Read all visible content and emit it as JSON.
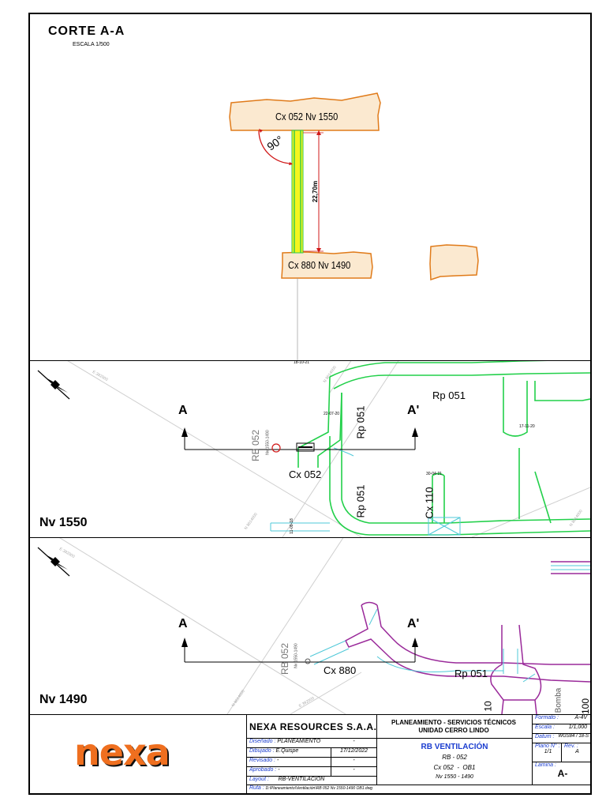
{
  "section": {
    "title": "CORTE A-A",
    "scale": "ESCALA 1/500",
    "top_gallery_label": "Cx 052 Nv 1550",
    "bottom_gallery_label": "Cx 880 Nv 1490",
    "angle_label": "90°",
    "height_label": "22,70m"
  },
  "plan_1550": {
    "level_label": "Nv 1550",
    "section_left": "A",
    "section_right": "A'",
    "raise_label": "RB 052",
    "raise_sub": "Nv 1550-1490",
    "cx052": "Cx 052",
    "rp051_top": "Rp 051",
    "rp051_mid": "Rp 051",
    "rp051_left": "Rp 051",
    "cx110": "Cx 110",
    "date_top": "18-10-21",
    "date_a": "22-07-20",
    "date_b": "17-11-20",
    "date_c": "30-04-21",
    "date_d": "11-09-18",
    "grid_1": "E 392000",
    "grid_2": "N 8614000",
    "grid_3": "N 8614000",
    "grid_4": "N 8614000"
  },
  "plan_1490": {
    "level_label": "Nv 1490",
    "section_left": "A",
    "section_right": "A'",
    "raise_label": "RB 052",
    "raise_sub": "Nv 1550-1490",
    "cx880": "Cx 880",
    "rp051": "Rp 051",
    "bomba_label": "Bomba",
    "cut_label": "10",
    "cut_label2": "100",
    "grid_1": "E 392000",
    "grid_2": "N 8614000",
    "grid_3": "E 392000"
  },
  "title_block": {
    "logo": "nexa",
    "company": "NEXA RESOURCES S.A.A.",
    "dept_line1": "PLANEAMIENTO - SERVICIOS TÉCNICOS",
    "dept_line2": "UNIDAD CERRO LINDO",
    "project_title": "RB VENTILACIÓN",
    "project_line1": "RB - 052",
    "project_line2": "Cx 052  -  OB1",
    "project_line3": "Nv 1550 - 1490",
    "rows": [
      {
        "label": "Diseñado :",
        "value": "PLANEAMIENTO",
        "date": "-"
      },
      {
        "label": "Dibujado :",
        "value": "E.Quispe",
        "date": "17/12/2022"
      },
      {
        "label": "Revisado :",
        "value": "-",
        "date": "-"
      },
      {
        "label": "Aprobado :",
        "value": "-",
        "date": "-"
      }
    ],
    "layout_label": "Layout :",
    "layout_value": "RB-VENTILACION",
    "ruta_label": "Ruta :",
    "ruta_value": "D:\\Planeamiento\\Ventilación\\RB 052 Nv 1550-1490 OB1.dwg",
    "formato_label": "Formato :",
    "formato_value": "A-4V",
    "escala_label": "Escala :",
    "escala_value": "1/1,000",
    "datum_label": "Datum :",
    "datum_value": "WGS84 / 18-S",
    "plano_label": "Plano N° :",
    "plano_value": "1/1",
    "rev_label": "Rev. :",
    "rev_value": "A",
    "lamina_label": "Lamina :",
    "lamina_value": "A-"
  },
  "colors": {
    "gallery_fill": "#fbe9d0",
    "gallery_stroke": "#e07b1a",
    "raise_yellow": "#f5f51e",
    "raise_green": "#2ec84a",
    "dim_red": "#d01818",
    "plan_green": "#22d04a",
    "plan_cyan": "#4fc8d8",
    "plan_magenta": "#9a2a9a",
    "nexa_orange": "#ef6f1f",
    "title_blue": "#1a3ccf"
  }
}
